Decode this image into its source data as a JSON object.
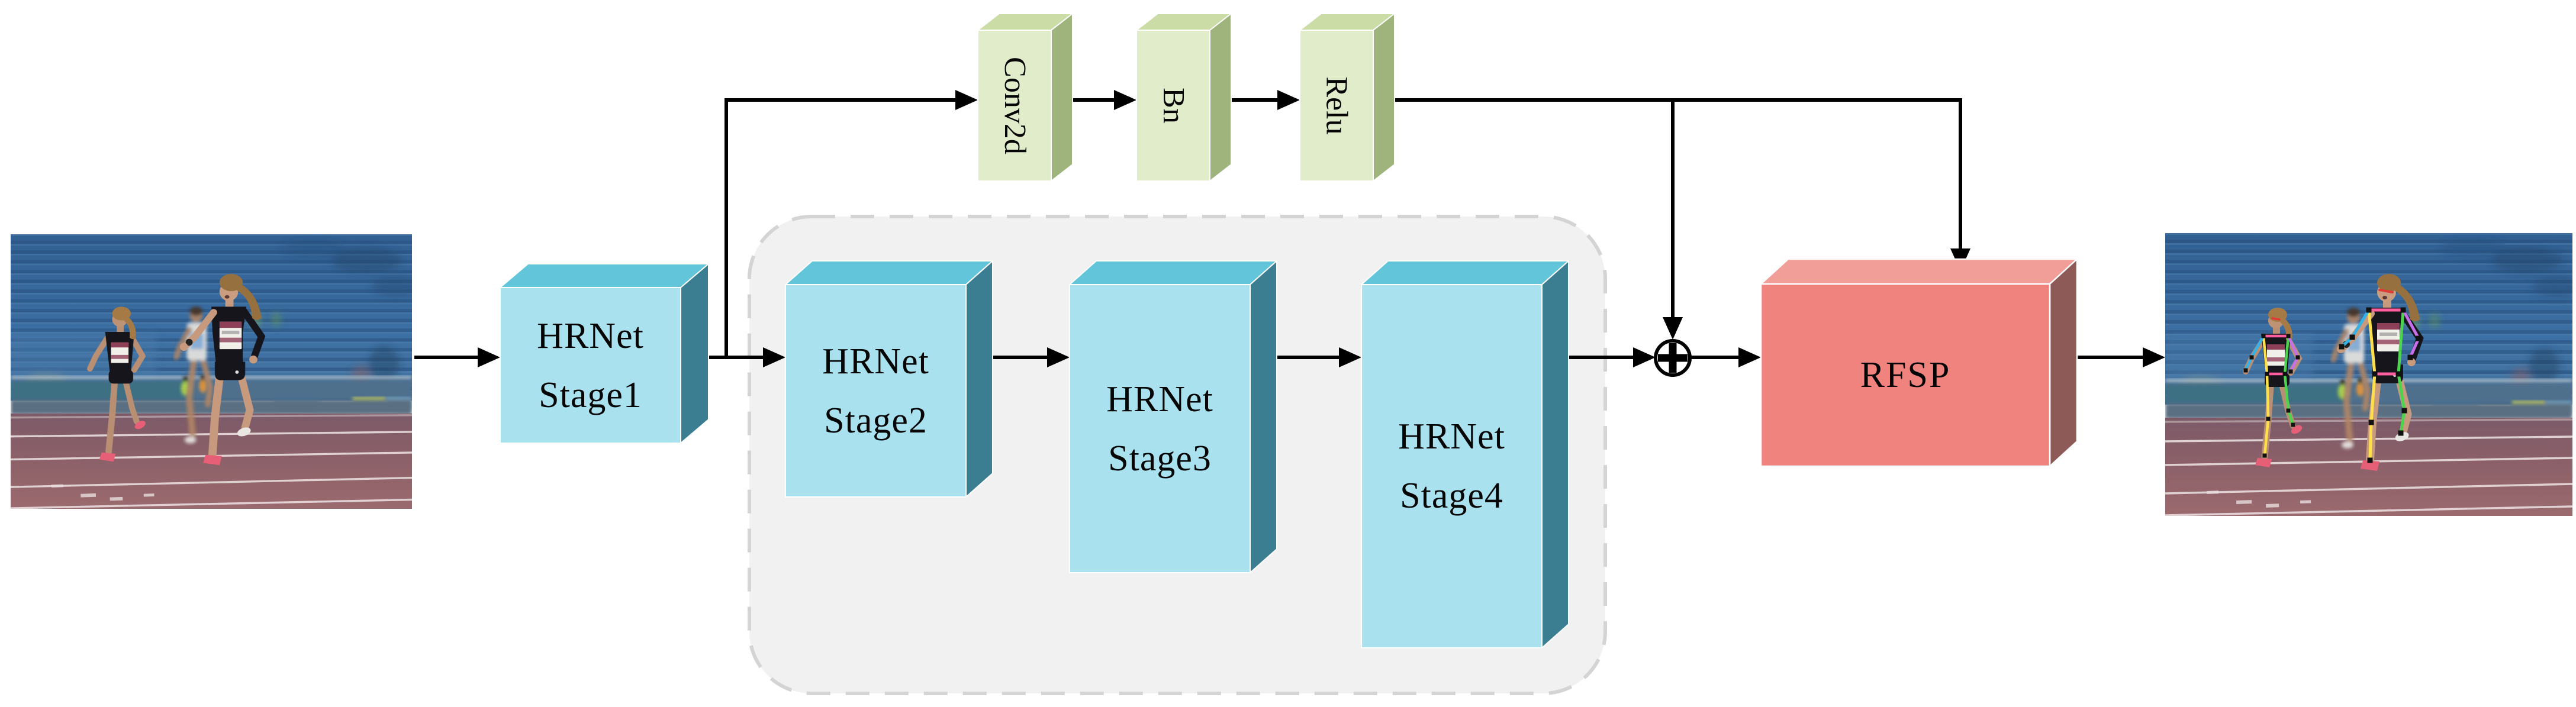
{
  "nodes": {
    "input_image": {
      "type": "image",
      "name": "input-image"
    },
    "stage1": {
      "line1": "HRNet",
      "line2": "Stage1"
    },
    "conv2d": {
      "label": "Conv2d"
    },
    "bn": {
      "label": "Bn"
    },
    "relu": {
      "label": "Relu"
    },
    "stage2": {
      "line1": "HRNet",
      "line2": "Stage2"
    },
    "stage3": {
      "line1": "HRNet",
      "line2": "Stage3"
    },
    "stage4": {
      "line1": "HRNet",
      "line2": "Stage4"
    },
    "sum": {
      "symbol": "⊕"
    },
    "rfsp": {
      "label": "RFSP"
    },
    "output_image": {
      "type": "image",
      "name": "output-image"
    }
  },
  "edges": [
    {
      "from": "input_image",
      "to": "stage1"
    },
    {
      "from": "stage1",
      "to": "conv2d"
    },
    {
      "from": "conv2d",
      "to": "bn"
    },
    {
      "from": "bn",
      "to": "relu"
    },
    {
      "from": "stage1",
      "to": "stage2"
    },
    {
      "from": "stage2",
      "to": "stage3"
    },
    {
      "from": "stage3",
      "to": "stage4"
    },
    {
      "from": "stage4",
      "to": "sum"
    },
    {
      "from": "relu",
      "to": "sum"
    },
    {
      "from": "relu",
      "to": "rfsp"
    },
    {
      "from": "sum",
      "to": "rfsp"
    },
    {
      "from": "rfsp",
      "to": "output_image"
    }
  ],
  "colors": {
    "background": "#ffffff",
    "line": "#000000",
    "cyan_front": "#a9e1ee",
    "cyan_top": "#62c5da",
    "cyan_side": "#3b7e92",
    "green_front": "#e1ecca",
    "green_top": "#cbdca6",
    "green_side": "#9fb37c",
    "red_front": "#f0837e",
    "red_top": "#f29e98",
    "red_side": "#8e5a57",
    "container_fill": "#f1f1f2",
    "container_border": "#d4d4d4"
  }
}
